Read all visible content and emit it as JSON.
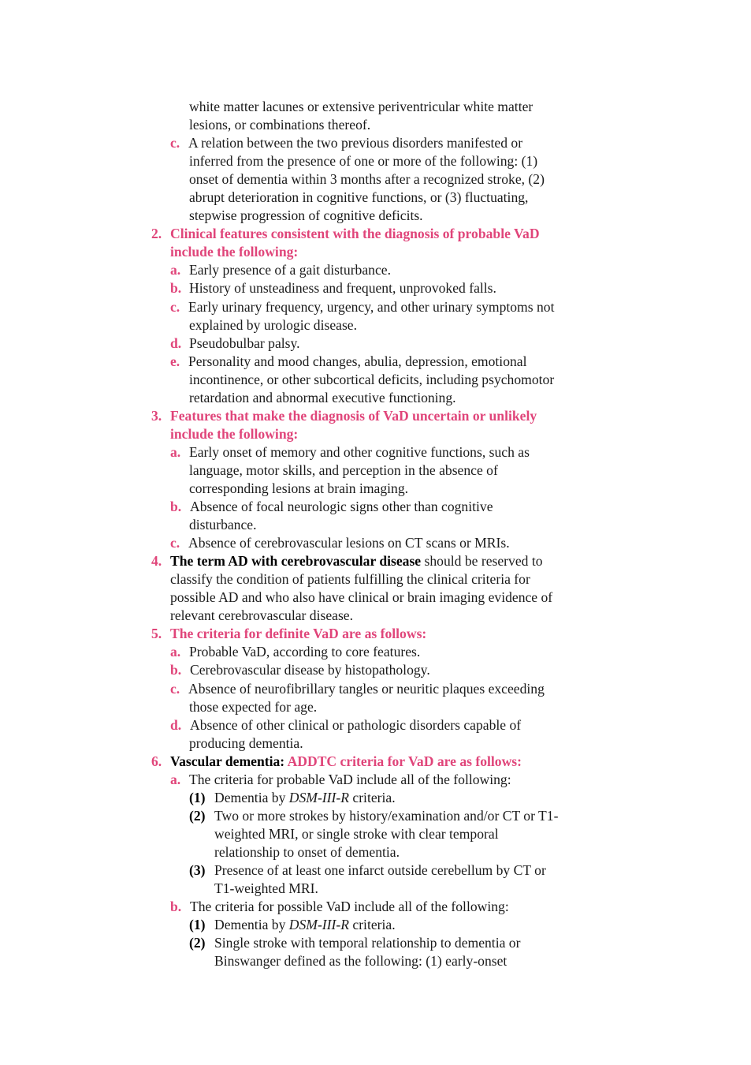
{
  "content": {
    "cont_1_lines": [
      "white matter lacunes or extensive periventricular white matter",
      "lesions, or combinations thereof."
    ],
    "item_1c": {
      "label": "c.",
      "lines": [
        "A relation between the two previous disorders manifested or",
        "inferred from the presence of one or more of the following: (1)",
        "onset of dementia within 3 months after a recognized stroke, (2)",
        "abrupt deterioration in cognitive functions, or (3) fluctuating,",
        "stepwise progression of cognitive deficits."
      ]
    },
    "sec2": {
      "num": "2.",
      "heading_lines": [
        "Clinical features consistent with the diagnosis of probable VaD",
        "include the following:"
      ],
      "items": [
        {
          "label": "a.",
          "lines": [
            "Early presence of a gait disturbance."
          ]
        },
        {
          "label": "b.",
          "lines": [
            "History of unsteadiness and frequent, unprovoked falls."
          ]
        },
        {
          "label": "c.",
          "lines": [
            "Early urinary frequency, urgency, and other urinary symptoms not",
            "explained by urologic disease."
          ]
        },
        {
          "label": "d.",
          "lines": [
            "Pseudobulbar palsy."
          ]
        },
        {
          "label": "e.",
          "lines": [
            "Personality and mood changes, abulia, depression, emotional",
            "incontinence, or other subcortical deficits, including psychomotor",
            "retardation and abnormal executive functioning."
          ]
        }
      ]
    },
    "sec3": {
      "num": "3.",
      "heading_lines": [
        "Features that make the diagnosis of VaD uncertain or unlikely",
        "include the following:"
      ],
      "items": [
        {
          "label": "a.",
          "lines": [
            "Early onset of memory and other cognitive functions, such as",
            "language, motor skills, and perception in the absence of",
            "corresponding lesions at brain imaging."
          ]
        },
        {
          "label": "b.",
          "lines": [
            "Absence of focal neurologic signs other than cognitive",
            "disturbance."
          ]
        },
        {
          "label": "c.",
          "lines": [
            "Absence of cerebrovascular lesions on CT scans or MRIs."
          ]
        }
      ]
    },
    "sec4": {
      "num": "4.",
      "bold_part": "The term AD with cerebrovascular disease",
      "first_rest": " should be reserved to",
      "lines": [
        "classify the condition of patients fulfilling the clinical criteria for",
        "possible AD and who also have clinical or brain imaging evidence of",
        "relevant cerebrovascular disease."
      ]
    },
    "sec5": {
      "num": "5.",
      "heading": "The criteria for definite VaD are as follows:",
      "items": [
        {
          "label": "a.",
          "lines": [
            "Probable VaD, according to core features."
          ]
        },
        {
          "label": "b.",
          "lines": [
            "Cerebrovascular disease by histopathology."
          ]
        },
        {
          "label": "c.",
          "lines": [
            "Absence of neurofibrillary tangles or neuritic plaques exceeding",
            "those expected for age."
          ]
        },
        {
          "label": "d.",
          "lines": [
            "Absence of other clinical or pathologic disorders capable of",
            "producing dementia."
          ]
        }
      ]
    },
    "sec6": {
      "num": "6.",
      "bold_part": "Vascular dementia:",
      "pink_part": " ADDTC criteria for VaD are as follows:",
      "item_a": {
        "label": "a.",
        "text": "The criteria for probable VaD include all of the following:",
        "subs": [
          {
            "label": "(1)",
            "pre": "Dementia by ",
            "italic": "DSM-III-R",
            "post": " criteria."
          },
          {
            "label": "(2)",
            "lines": [
              "Two or more strokes by history/examination and/or CT or T1-",
              "weighted MRI, or single stroke with clear temporal",
              "relationship to onset of dementia."
            ]
          },
          {
            "label": "(3)",
            "lines": [
              "Presence of at least one infarct outside cerebellum by CT or",
              "T1-weighted MRI."
            ]
          }
        ]
      },
      "item_b": {
        "label": "b.",
        "text": "The criteria for possible VaD include all of the following:",
        "subs": [
          {
            "label": "(1)",
            "pre": "Dementia by ",
            "italic": "DSM-III-R",
            "post": " criteria."
          },
          {
            "label": "(2)",
            "lines": [
              "Single stroke with temporal relationship to dementia or",
              "Binswanger defined as the following: (1) early-onset"
            ]
          }
        ]
      }
    }
  }
}
